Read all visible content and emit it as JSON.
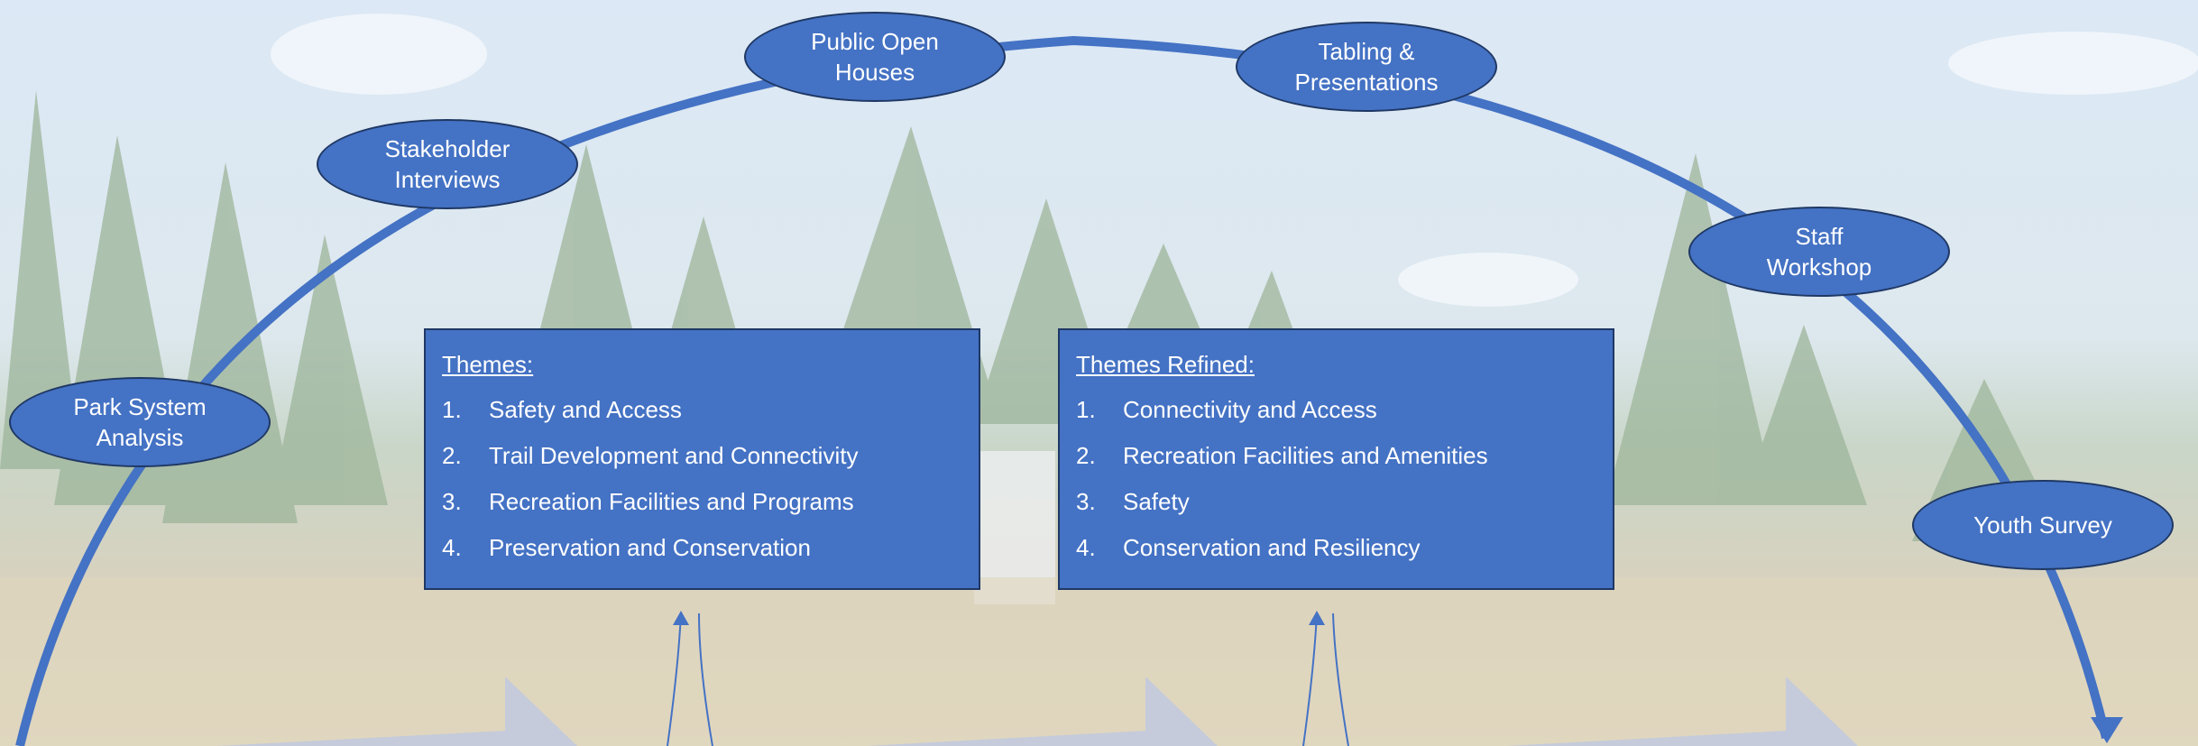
{
  "colors": {
    "accent": "#4472c4",
    "border": "#1f3864",
    "text": "#ffffff",
    "sky": "#cfe0f0",
    "trees": "#8fae8a",
    "field": "#d9cdb0"
  },
  "nodes": {
    "park_system_analysis": [
      "Park System",
      "Analysis"
    ],
    "stakeholder_interviews": [
      "Stakeholder",
      "Interviews"
    ],
    "public_open_houses": [
      "Public Open",
      "Houses"
    ],
    "tabling_presentations": [
      "Tabling &",
      "Presentations"
    ],
    "staff_workshop": [
      "Staff",
      "Workshop"
    ],
    "youth_survey": [
      "Youth Survey"
    ]
  },
  "themes": {
    "title": "Themes:",
    "items": [
      {
        "num": "1.",
        "label": "Safety and Access"
      },
      {
        "num": "2.",
        "label": "Trail Development and Connectivity"
      },
      {
        "num": "3.",
        "label": "Recreation Facilities and Programs"
      },
      {
        "num": "4.",
        "label": "Preservation and Conservation"
      }
    ]
  },
  "themes_refined": {
    "title": "Themes Refined:",
    "items": [
      {
        "num": "1.",
        "label": "Connectivity and Access"
      },
      {
        "num": "2.",
        "label": "Recreation Facilities and Amenities"
      },
      {
        "num": "3.",
        "label": "Safety"
      },
      {
        "num": "4.",
        "label": "Conservation and Resiliency"
      }
    ]
  }
}
